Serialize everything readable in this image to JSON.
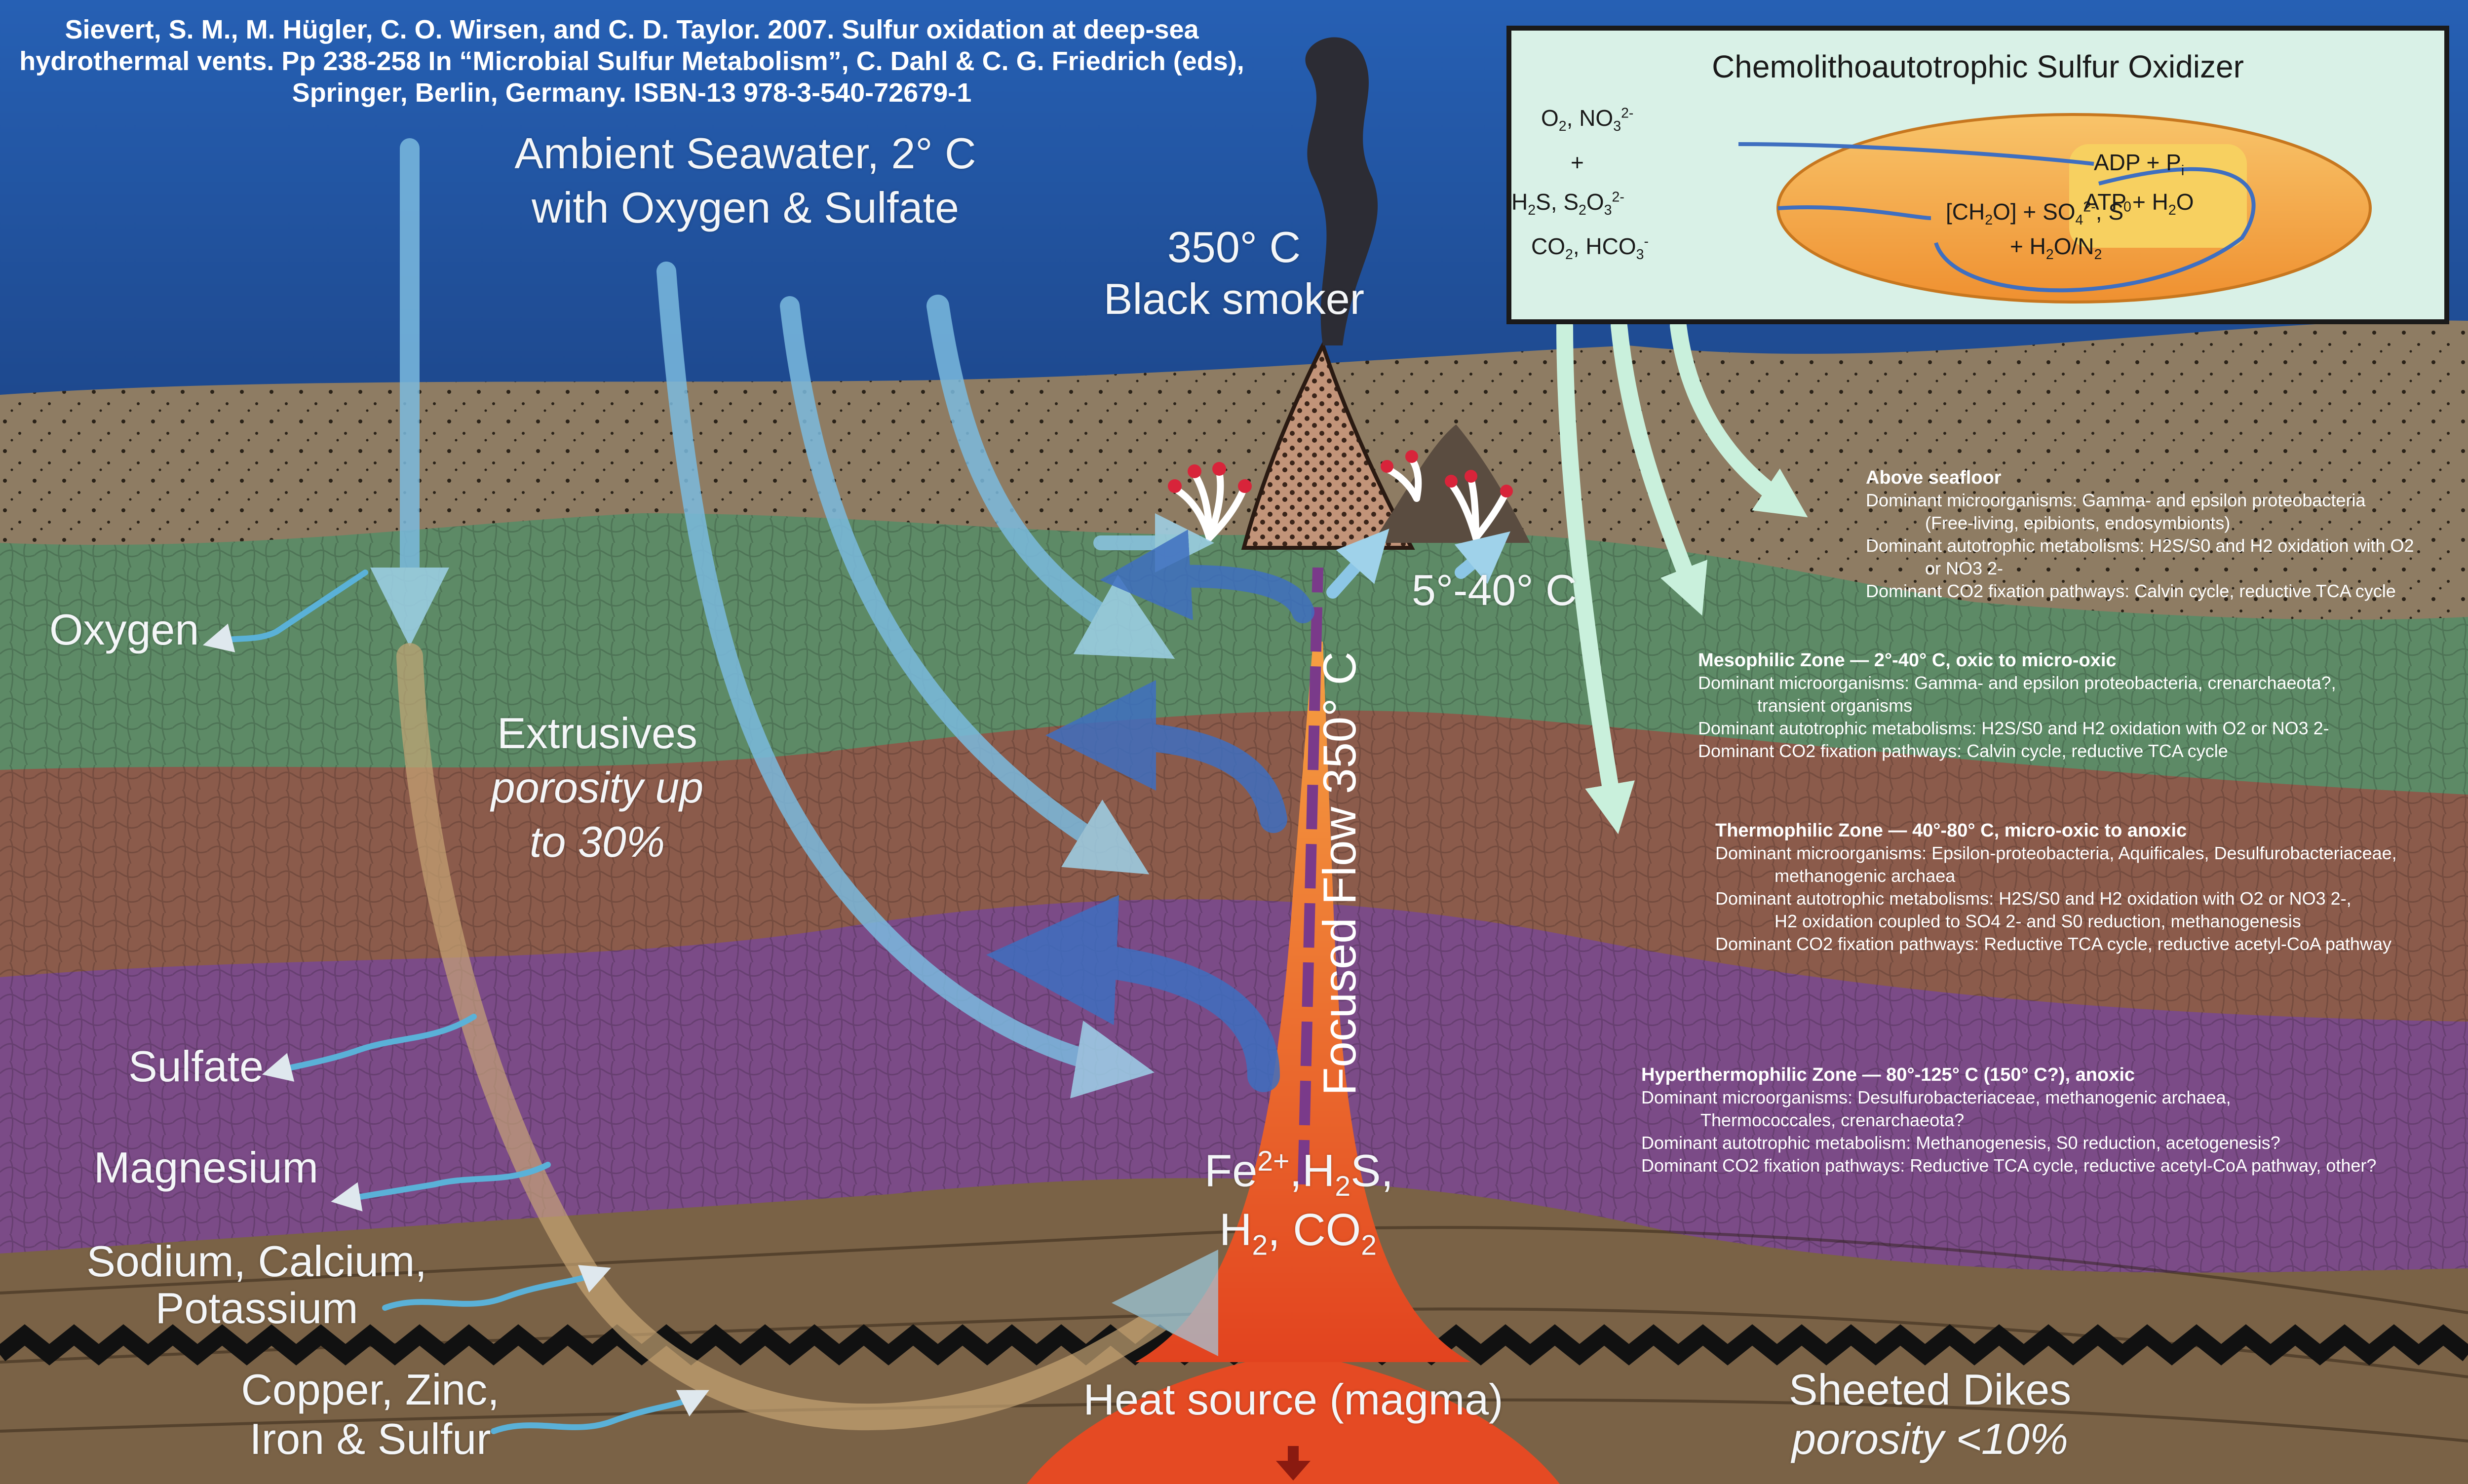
{
  "citation": "Sievert, S. M., M. Hügler, C. O. Wirsen, and C. D. Taylor. 2007. Sulfur oxidation at deep-sea hydrothermal vents. Pp 238-258 In “Microbial Sulfur Metabolism”, C. Dahl & C. G. Friedrich (eds), Springer, Berlin, Germany. ISBN-13 978-3-540-72679-1",
  "labels": {
    "ambient_line1": "Ambient Seawater, 2° C",
    "ambient_line2": "with Oxygen & Sulfate",
    "smoker_temp": "350° C",
    "smoker_name": "Black smoker",
    "vent_temp": "5°-40° C",
    "oxygen": "Oxygen",
    "extrusives": "Extrusives",
    "porosity1": "porosity up",
    "porosity2": "to 30%",
    "focused_flow": "Focused Flow 350° C",
    "sulfate": "Sulfate",
    "magnesium": "Magnesium",
    "sodium1": "Sodium, Calcium,",
    "sodium2": "Potassium",
    "copper1": "Copper, Zinc,",
    "copper2": "Iron & Sulfur",
    "heat_source": "Heat source (magma)",
    "sheeted1": "Sheeted Dikes",
    "sheeted2": "porosity <10%"
  },
  "inset": {
    "title": "Chemolithoautotrophic Sulfur Oxidizer",
    "plus": "+"
  },
  "zones": [
    {
      "title": "Above seafloor",
      "lines": [
        "Dominant microorganisms: Gamma- and epsilon proteobacteria",
        "(Free-living, epibionts, endosymbionts)",
        "Dominant autotrophic metabolisms: H2S/S0 and H2 oxidation with O2",
        "or NO3 2-",
        "Dominant CO2 fixation pathways: Calvin cycle, reductive TCA cycle"
      ]
    },
    {
      "title": "Mesophilic Zone — 2°-40° C, oxic to micro-oxic",
      "lines": [
        "Dominant microorganisms: Gamma- and epsilon proteobacteria, crenarchaeota?,",
        "transient organisms",
        "Dominant autotrophic metabolisms: H2S/S0 and H2 oxidation with O2 or NO3 2-",
        "Dominant CO2 fixation pathways: Calvin cycle, reductive TCA cycle"
      ]
    },
    {
      "title": "Thermophilic Zone — 40°-80° C, micro-oxic to anoxic",
      "lines": [
        "Dominant microorganisms: Epsilon-proteobacteria, Aquificales, Desulfurobacteriaceae,",
        "methanogenic archaea",
        "Dominant autotrophic metabolisms: H2S/S0 and H2 oxidation with O2 or NO3 2-,",
        "H2 oxidation coupled to SO4 2- and S0 reduction, methanogenesis",
        "Dominant CO2 fixation pathways: Reductive TCA cycle, reductive acetyl-CoA pathway"
      ]
    },
    {
      "title": "Hyperthermophilic Zone — 80°-125° C (150° C?), anoxic",
      "lines": [
        "Dominant microorganisms: Desulfurobacteriaceae, methanogenic archaea,",
        "Thermococcales, crenarchaeota?",
        "Dominant autotrophic metabolism: Methanogenesis, S0 reduction, acetogenesis?",
        "Dominant CO2 fixation pathways: Reductive TCA cycle, reductive acetyl-CoA pathway, other?"
      ]
    }
  ],
  "colors": {
    "sky_top": "#1d4f9c",
    "sky_bottom": "#0f2247",
    "seafloor": "#8d7b63",
    "mesophilic": "#5f8a63",
    "thermophilic": "#8a5a4a",
    "hyperthermophilic": "#7a4a86",
    "sheeted": "#7a6144",
    "magma": "#e8542a",
    "inset_bg": "#d9f1e7",
    "cell": "#f2a53a",
    "arrow_blue": "#7fc3e6"
  }
}
